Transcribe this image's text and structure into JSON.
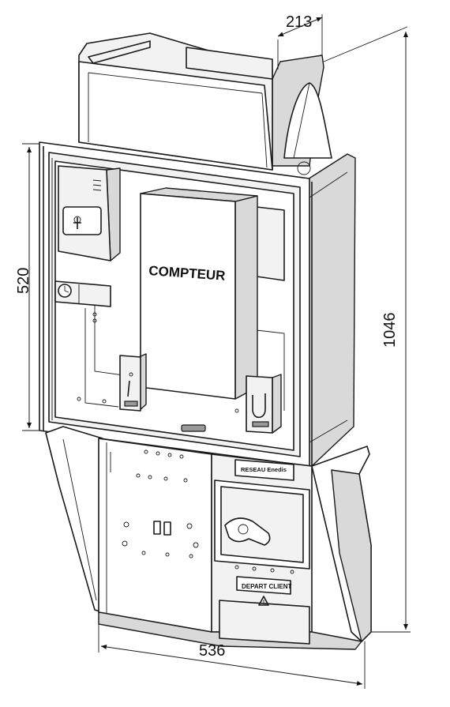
{
  "labels": {
    "meter": "COMPTEUR",
    "network": "RESEAU Enedis",
    "client_departure": "DEPART CLIENT"
  },
  "dimensions": {
    "depth": "213",
    "enclosure_height": "520",
    "total_height": "1046",
    "width": "536"
  }
}
